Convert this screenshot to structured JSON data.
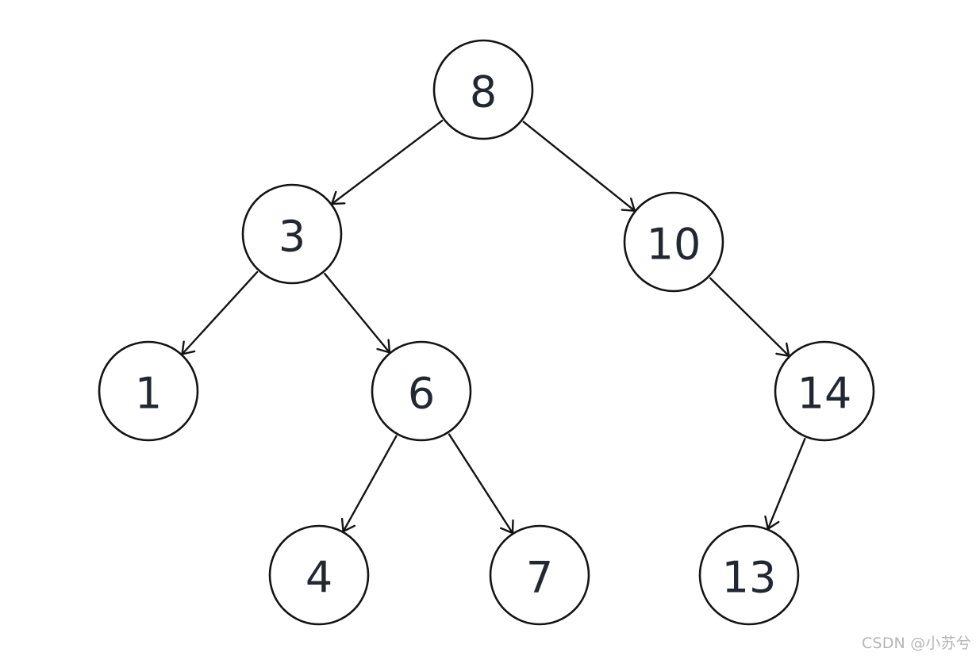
{
  "diagram": {
    "nodes": [
      {
        "id": "n8",
        "label": "8"
      },
      {
        "id": "n3",
        "label": "3"
      },
      {
        "id": "n10",
        "label": "10"
      },
      {
        "id": "n1",
        "label": "1"
      },
      {
        "id": "n6",
        "label": "6"
      },
      {
        "id": "n14",
        "label": "14"
      },
      {
        "id": "n4",
        "label": "4"
      },
      {
        "id": "n7",
        "label": "7"
      },
      {
        "id": "n13",
        "label": "13"
      }
    ],
    "edges": [
      {
        "from": "n8",
        "to": "n3"
      },
      {
        "from": "n8",
        "to": "n10"
      },
      {
        "from": "n3",
        "to": "n1"
      },
      {
        "from": "n3",
        "to": "n6"
      },
      {
        "from": "n10",
        "to": "n14"
      },
      {
        "from": "n6",
        "to": "n4"
      },
      {
        "from": "n6",
        "to": "n7"
      },
      {
        "from": "n14",
        "to": "n13"
      }
    ]
  },
  "watermark": "CSDN @小苏兮"
}
